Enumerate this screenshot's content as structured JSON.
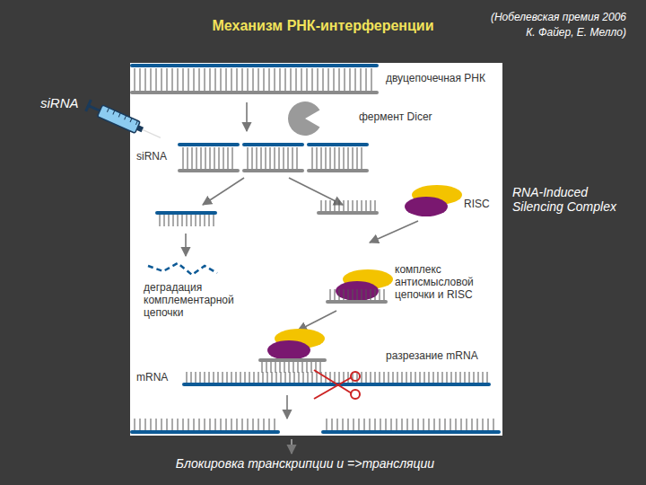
{
  "diagram": {
    "title": "Механизм  РНК-интерференции",
    "labels": [
      "(Нобелевская премия 2006",
      "К. Файер, Е. Мелло)",
      "siRNA",
      "двуцепочечная РНК",
      "фермент Dicer",
      "siRNA",
      "RISC",
      "RNA-Induced Silencing Complex",
      "деградация комплементарной цепочки",
      "комплекс антисмысловой цепочки и RISC",
      "разрезание mRNA",
      "mRNA",
      "Блокировка транскрипции и =>трансляции"
    ]
  }
}
